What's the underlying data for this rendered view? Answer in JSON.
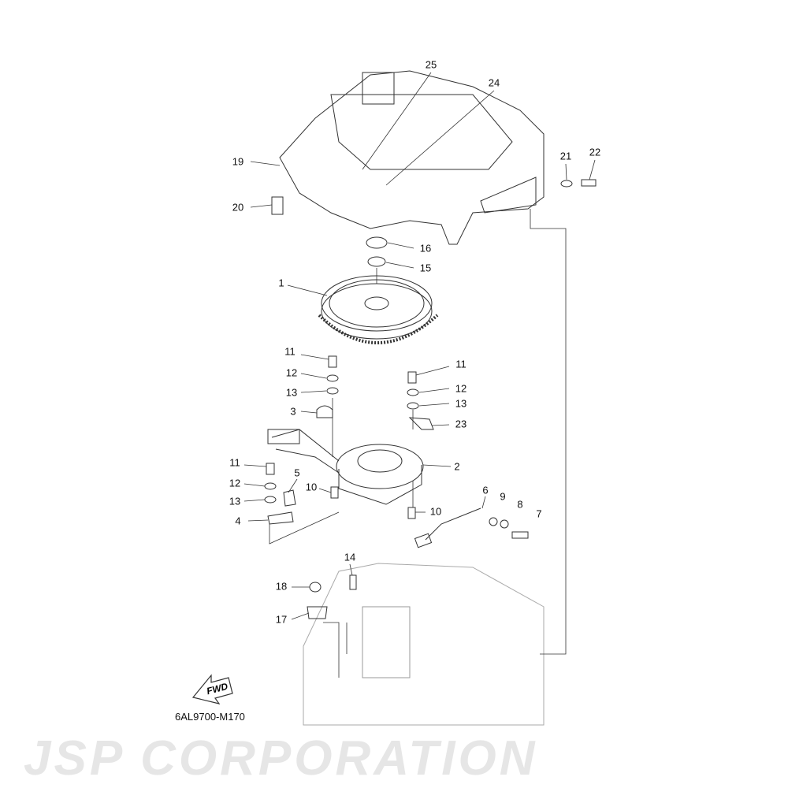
{
  "watermark": "JSP CORPORATION",
  "diagram_code": "6AL9700-M170",
  "fwd_label": "FWD",
  "callouts": [
    "25",
    "24",
    "19",
    "20",
    "21",
    "22",
    "16",
    "15",
    "1",
    "11",
    "12",
    "13",
    "3",
    "11",
    "12",
    "13",
    "23",
    "2",
    "11",
    "12",
    "13",
    "5",
    "10",
    "4",
    "10",
    "6",
    "9",
    "8",
    "7",
    "14",
    "18",
    "17"
  ],
  "colors": {
    "line": "#333333",
    "watermark": "#e6e6e6"
  }
}
